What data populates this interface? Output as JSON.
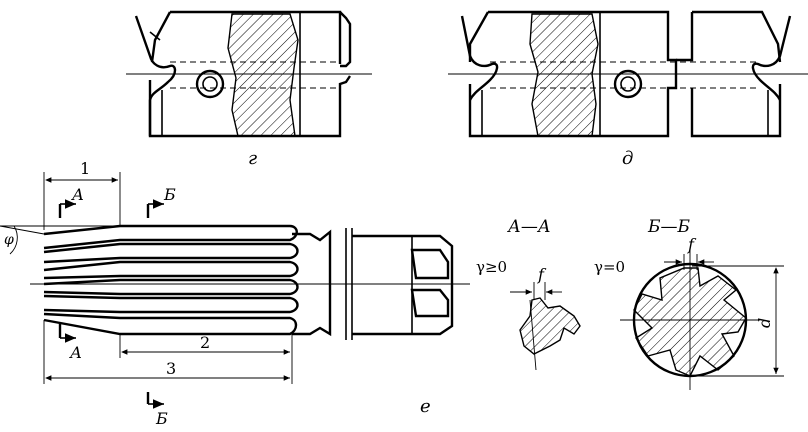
{
  "figure_labels": {
    "g": "г",
    "d": "д",
    "e": "е"
  },
  "section_labels": {
    "aa_title": "А—А",
    "bb_title": "Б—Б",
    "a_top": "А",
    "a_bottom": "А",
    "b_top": "Б",
    "b_bottom": "Б"
  },
  "dimensions": {
    "dim1": "1",
    "dim2": "2",
    "dim3": "3",
    "phi": "φ",
    "f_aa": "f",
    "f_bb": "f",
    "d": "d"
  },
  "angles": {
    "gamma_aa": "γ≥0",
    "gamma_bb": "γ=0"
  }
}
